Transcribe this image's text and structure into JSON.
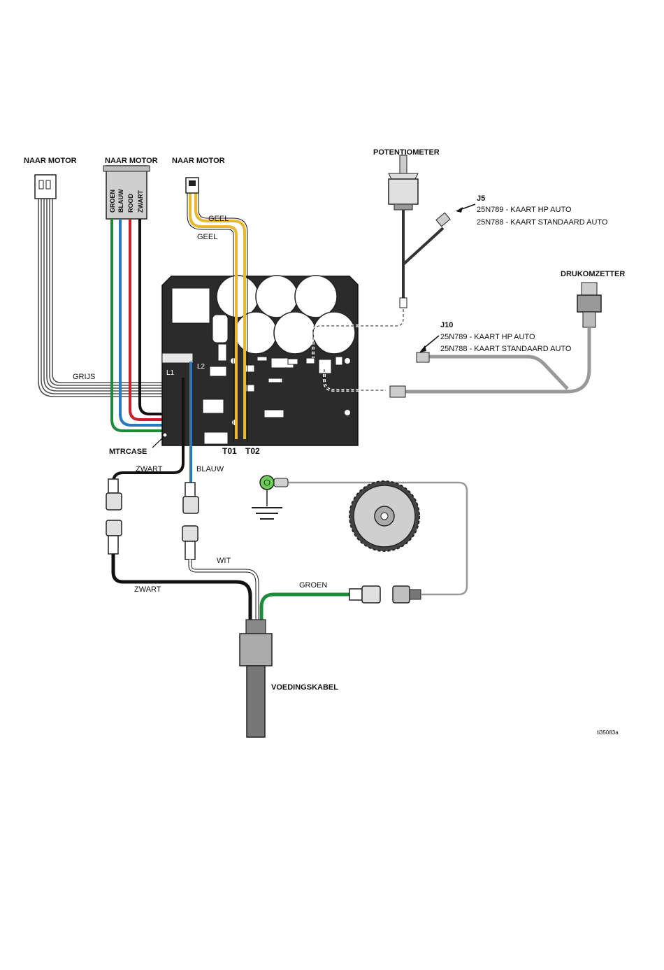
{
  "labels": {
    "motor_left": "NAAR MOTOR",
    "motor_mid": "NAAR MOTOR",
    "motor_right": "NAAR MOTOR",
    "connector_wires": [
      "GROEN",
      "BLAUW",
      "ROOD",
      "ZWART"
    ],
    "geel_1": "GEEL",
    "geel_2": "GEEL",
    "grijs": "GRIJS",
    "l1": "L1",
    "l2": "L2",
    "mtrcase": "MTRCASE",
    "t01": "T01",
    "t02": "T02",
    "zwart_1": "ZWART",
    "blauw": "BLAUW",
    "wit": "WIT",
    "zwart_2": "ZWART",
    "groen": "GROEN",
    "voedingskabel": "VOEDINGSKABEL",
    "potentiometer": "POTENTIOMETER",
    "j5": "J5",
    "j5_line1": "25N789 - KAART HP AUTO",
    "j5_line2": "25N788 - KAART STANDAARD AUTO",
    "drukomzetter": "DRUKOMZETTER",
    "j10": "J10",
    "j10_line1": "25N789 - KAART HP AUTO",
    "j10_line2": "25N788 - KAART STANDAARD AUTO",
    "ref_code": "ti35083a"
  },
  "colors": {
    "groen": "#1f8a3c",
    "blauw": "#2a78c0",
    "rood": "#c8202a",
    "zwart": "#111111",
    "geel": "#e8b834",
    "grijs": "#8a8a8a",
    "board": "#2b2b2b"
  },
  "icons": [
    "ground-icon",
    "gear-icon",
    "arrow-icon"
  ]
}
